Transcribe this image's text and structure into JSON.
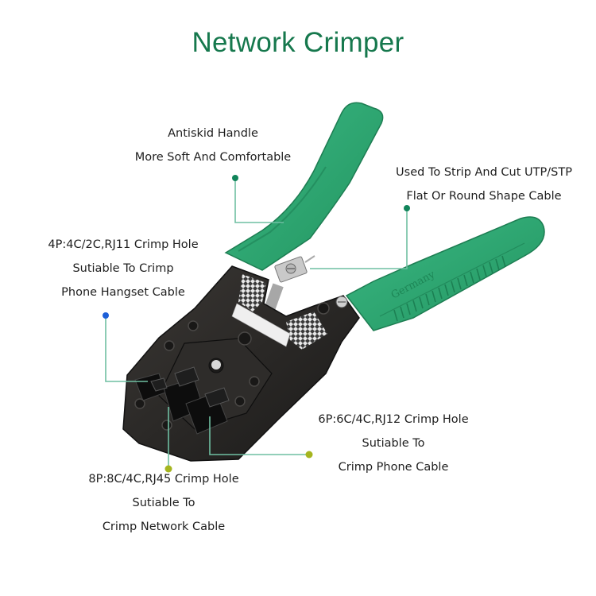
{
  "title": "Network Crimper",
  "colors": {
    "title": "#16784d",
    "handle": "#2fa874",
    "handle_dark": "#1f8a5c",
    "body": "#2a2826",
    "leader_line": "#6fbfa2",
    "dot_green": "#11845a",
    "dot_blue": "#1d5fd8",
    "dot_olive": "#a5b51f"
  },
  "tool": {
    "handle_engraving": "Germany"
  },
  "callouts": {
    "handle": {
      "lines": [
        "Antiskid Handle",
        "More Soft And Comfortable"
      ],
      "dot_color": "green"
    },
    "stripper": {
      "lines": [
        "Used To Strip And Cut UTP/STP",
        "Flat Or Round Shape Cable"
      ],
      "dot_color": "green"
    },
    "rj11": {
      "lines": [
        "4P:4C/2C,RJ11 Crimp Hole",
        "Sutiable To Crimp",
        "Phone Hangset Cable"
      ],
      "dot_color": "blue"
    },
    "rj12": {
      "lines": [
        "6P:6C/4C,RJ12 Crimp Hole",
        "Sutiable To",
        "Crimp Phone Cable"
      ],
      "dot_color": "olive"
    },
    "rj45": {
      "lines": [
        "8P:8C/4C,RJ45 Crimp Hole",
        "Sutiable To",
        "Crimp Network Cable"
      ],
      "dot_color": "olive"
    }
  }
}
